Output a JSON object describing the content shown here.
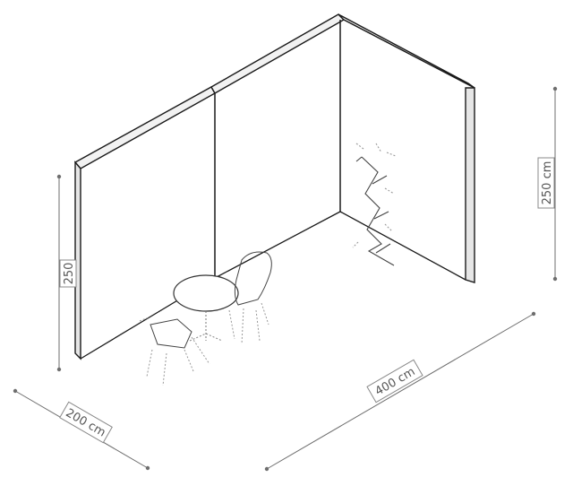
{
  "dimensions": {
    "width_label": "400 cm",
    "depth_label": "200 cm",
    "height_label_right": "250 cm",
    "height_label_left": "250"
  },
  "colors": {
    "wall_stroke": "#1a1a1a",
    "dimension_line": "#6e6e6e",
    "furniture": "#333333"
  }
}
